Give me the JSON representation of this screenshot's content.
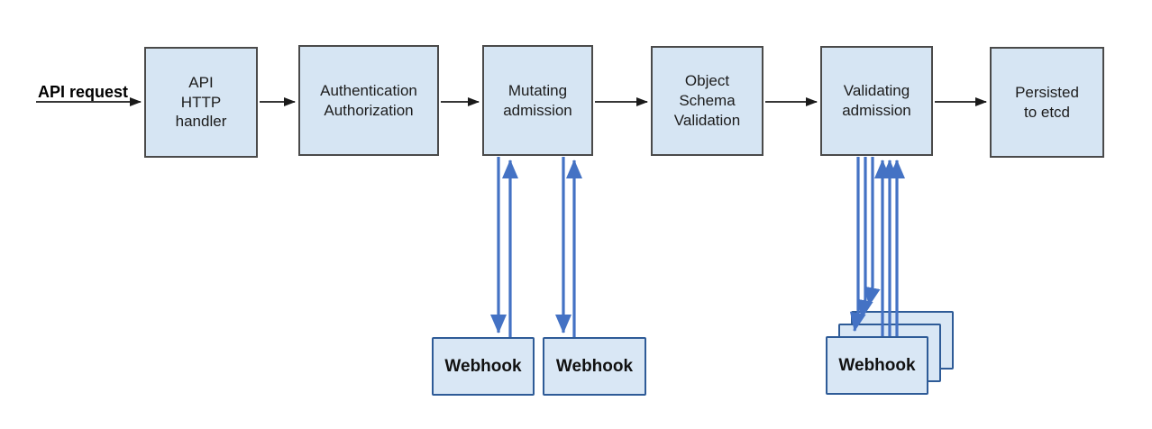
{
  "labels": {
    "api_request": "API request"
  },
  "nodes": [
    {
      "id": "api-http-handler",
      "label": "API\nHTTP\nhandler"
    },
    {
      "id": "authentication-authorization",
      "label": "Authentication\nAuthorization"
    },
    {
      "id": "mutating-admission",
      "label": "Mutating\nadmission"
    },
    {
      "id": "object-schema-validation",
      "label": "Object\nSchema\nValidation"
    },
    {
      "id": "validating-admission",
      "label": "Validating\nadmission"
    },
    {
      "id": "persisted-to-etcd",
      "label": "Persisted\nto etcd"
    }
  ],
  "webhooks": {
    "mutating": [
      {
        "label": "Webhook"
      },
      {
        "label": "Webhook"
      }
    ],
    "validating_stack": {
      "label": "Webhook",
      "stack_count": 3
    }
  },
  "colors": {
    "node_fill": "#d6e5f3",
    "node_border": "#4a4a4a",
    "webhook_border": "#2e5b97",
    "flow_arrow": "#1a1a1a",
    "webhook_arrow": "#4472c4",
    "background": "#ffffff"
  }
}
